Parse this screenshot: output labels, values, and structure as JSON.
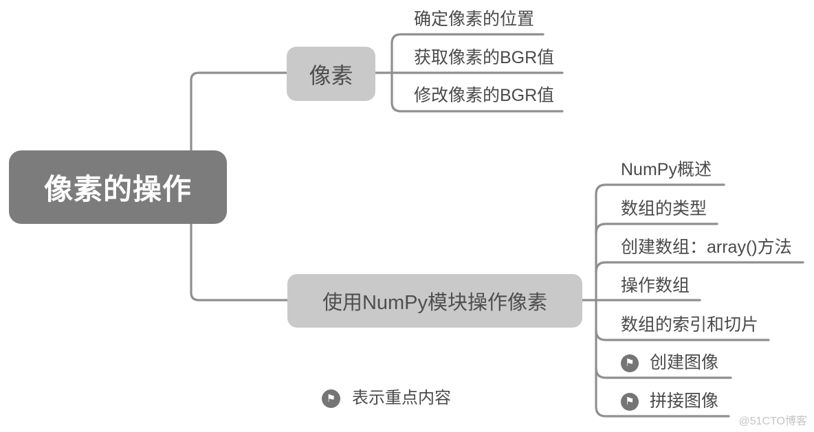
{
  "mindmap": {
    "root": {
      "label": "像素的操作"
    },
    "branches": [
      {
        "label": "像素",
        "children": [
          {
            "label": "确定像素的位置"
          },
          {
            "label": "获取像素的BGR值"
          },
          {
            "label": "修改像素的BGR值"
          }
        ]
      },
      {
        "label": "使用NumPy模块操作像素",
        "children": [
          {
            "label": "NumPy概述"
          },
          {
            "label": "数组的类型"
          },
          {
            "label": "创建数组：array()方法"
          },
          {
            "label": "操作数组"
          },
          {
            "label": "数组的索引和切片"
          },
          {
            "label": "创建图像",
            "flagged": true
          },
          {
            "label": "拼接图像",
            "flagged": true
          }
        ]
      }
    ]
  },
  "legend": {
    "label": "表示重点内容"
  },
  "icons": {
    "flag": "⚑"
  },
  "watermark": {
    "label": "@51CTO博客"
  },
  "colors": {
    "background": "#ffffff",
    "root_fill": "#7c7c7c",
    "root_text": "#ffffff",
    "branch_fill": "#c9c9c9",
    "branch_text": "#4e4e4e",
    "leaf_text": "#4a4a4a",
    "connector": "#8f8f8f",
    "flag_badge": "#757575",
    "watermark": "#c5c5c5"
  }
}
